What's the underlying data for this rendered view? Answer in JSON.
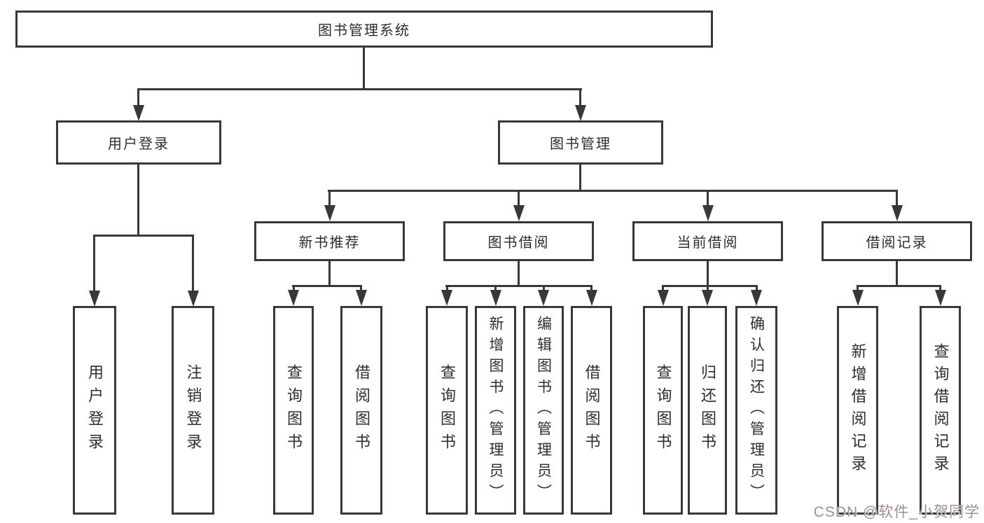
{
  "tree": {
    "root": {
      "label": "图书管理系统",
      "children": [
        {
          "label": "用户登录",
          "children": [
            {
              "label": "用户登录"
            },
            {
              "label": "注销登录"
            }
          ]
        },
        {
          "label": "图书管理",
          "children": [
            {
              "label": "新书推荐",
              "children": [
                {
                  "label": "查询图书"
                },
                {
                  "label": "借阅图书"
                }
              ]
            },
            {
              "label": "图书借阅",
              "children": [
                {
                  "label": "查询图书"
                },
                {
                  "label": "新增图书（管理员）"
                },
                {
                  "label": "编辑图书（管理员）"
                },
                {
                  "label": "借阅图书"
                }
              ]
            },
            {
              "label": "当前借阅",
              "children": [
                {
                  "label": "查询图书"
                },
                {
                  "label": "归还图书"
                },
                {
                  "label": "确认归还（管理员）"
                }
              ]
            },
            {
              "label": "借阅记录",
              "children": [
                {
                  "label": "新增借阅记录"
                },
                {
                  "label": "查询借阅记录"
                }
              ]
            }
          ]
        }
      ]
    }
  },
  "watermark": {
    "text": "CSDN @软件_小贺同学"
  },
  "colors": {
    "line": "#383838",
    "box_border": "#383838",
    "text": "#2d2d2d",
    "watermark": "#a18e8e",
    "background": "#ffffff"
  }
}
